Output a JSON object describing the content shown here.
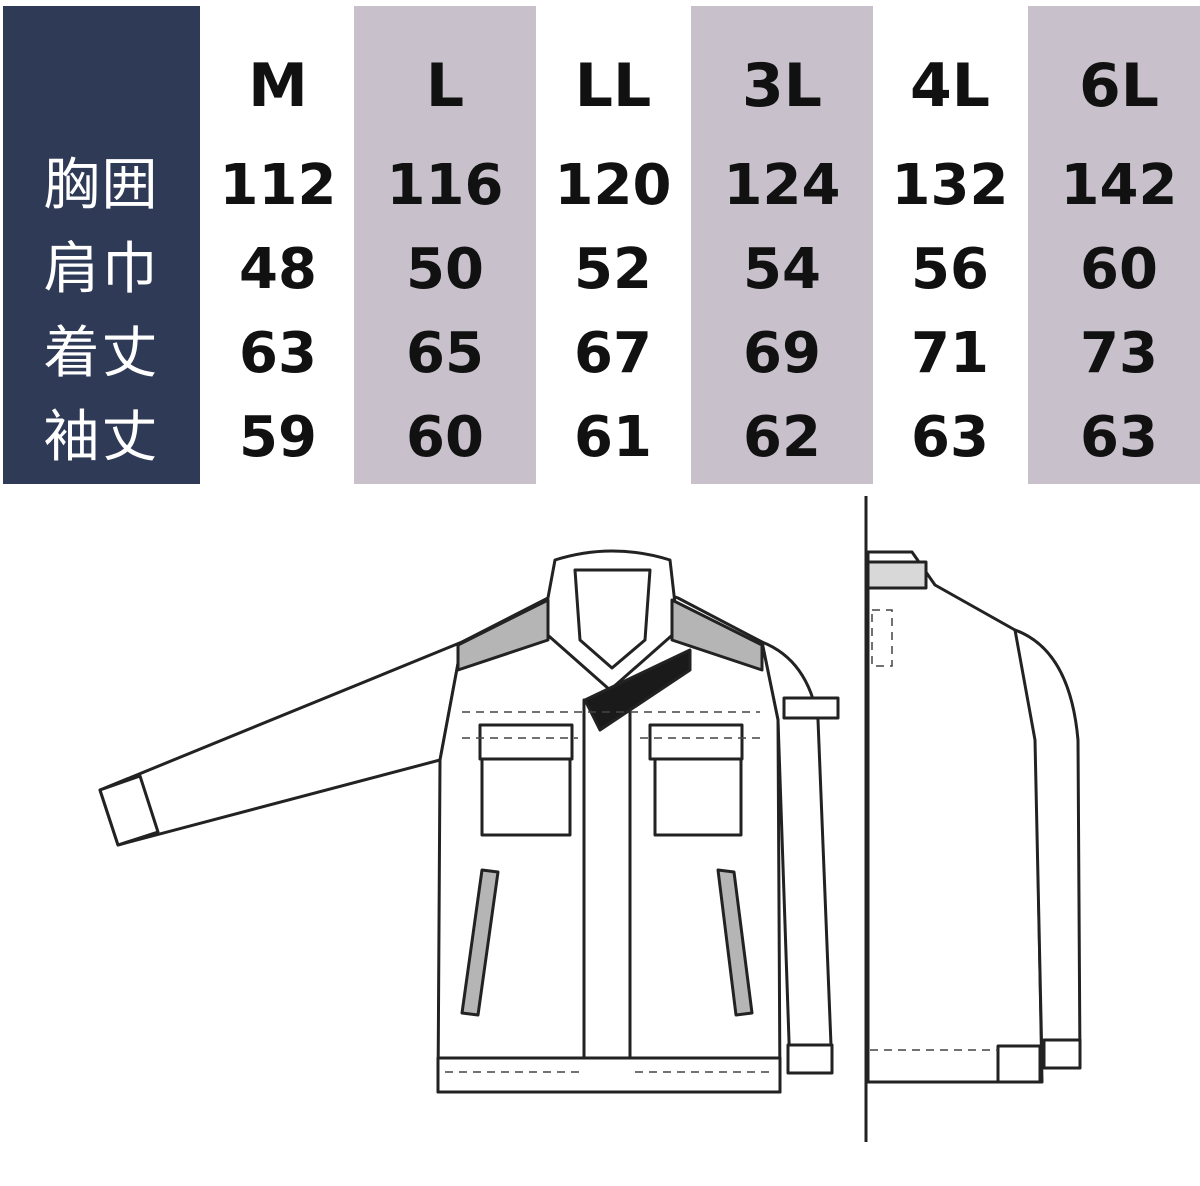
{
  "table": {
    "row_labels": [
      "胸囲",
      "肩巾",
      "着丈",
      "袖丈"
    ],
    "columns": [
      {
        "size": "M",
        "values": [
          "112",
          "48",
          "63",
          "59"
        ],
        "shaded": false
      },
      {
        "size": "L",
        "values": [
          "116",
          "50",
          "65",
          "60"
        ],
        "shaded": true
      },
      {
        "size": "LL",
        "values": [
          "120",
          "52",
          "67",
          "61"
        ],
        "shaded": false
      },
      {
        "size": "3L",
        "values": [
          "124",
          "54",
          "69",
          "62"
        ],
        "shaded": true
      },
      {
        "size": "4L",
        "values": [
          "132",
          "56",
          "71",
          "63"
        ],
        "shaded": false
      },
      {
        "size": "6L",
        "values": [
          "142",
          "60",
          "73",
          "63"
        ],
        "shaded": true
      }
    ]
  },
  "colors": {
    "label_bg": "#2f3a56",
    "shaded_col_bg": "#c8c1cc",
    "text": "#111111",
    "reflector_gray": "#b5b5b5"
  }
}
